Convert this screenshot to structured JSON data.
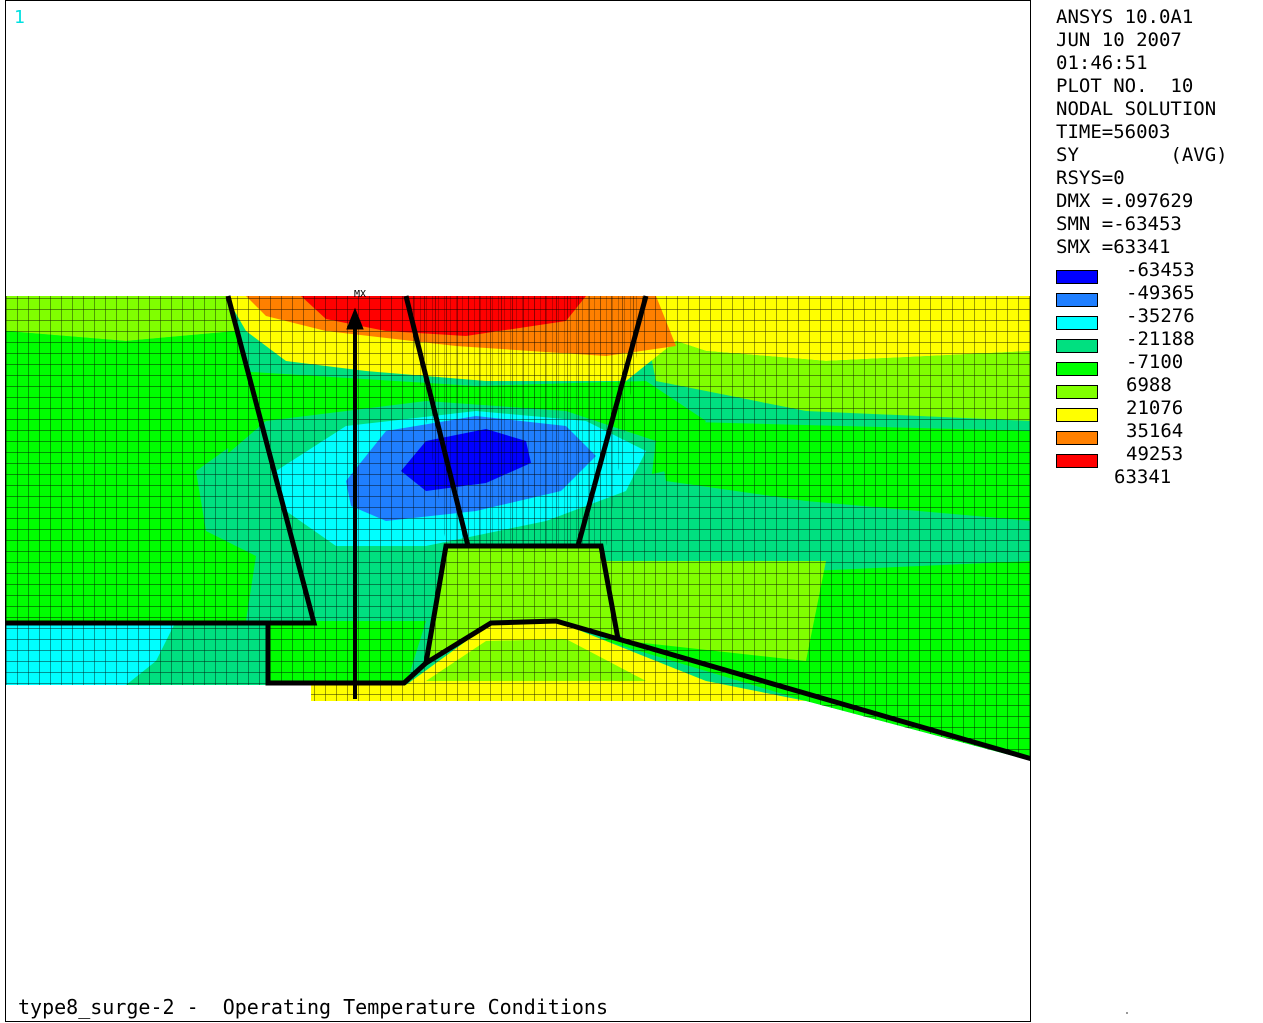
{
  "window": {
    "number": "1"
  },
  "info": {
    "lines": [
      "ANSYS 10.0A1",
      "JUN 10 2007",
      "01:46:51",
      "PLOT NO.  10",
      "NODAL SOLUTION",
      "TIME=56003",
      "SY        (AVG)",
      "RSYS=0",
      "DMX =.097629",
      "SMN =-63453",
      "SMX =63341"
    ]
  },
  "legend": {
    "values": [
      "-63453",
      "-49365",
      "-35276",
      "-21188",
      "-7100",
      "6988",
      "21076",
      "35164",
      "49253"
    ],
    "max_value": "63341",
    "colors": [
      "#0000ff",
      "#1f7fff",
      "#00ffff",
      "#00e080",
      "#00ff00",
      "#80ff00",
      "#ffff00",
      "#ff8000",
      "#ff0000"
    ]
  },
  "plot": {
    "max_marker_label": "MX",
    "footer_title": "type8_surge-2 -  Operating Temperature Conditions"
  }
}
